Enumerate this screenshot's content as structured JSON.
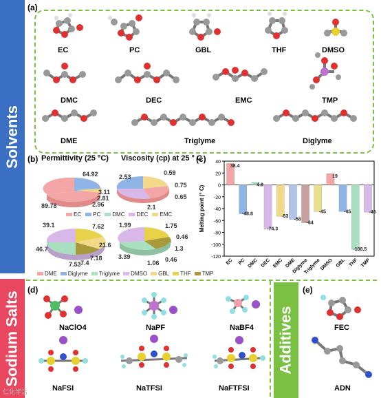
{
  "bands": {
    "solvents": "Solvents",
    "salts": "Sodium Salts",
    "additives": "Additives"
  },
  "colors": {
    "solvents_band": "#3a6fc4",
    "salts_band": "#e8475f",
    "additives_band": "#7ac143",
    "dash": "#7ac143"
  },
  "panels": {
    "a": "(a)",
    "b": "(b)",
    "c": "(c)",
    "d": "(d)",
    "e": "(e)"
  },
  "molecules_a": [
    "EC",
    "PC",
    "GBL",
    "THF",
    "DMSO",
    "DMC",
    "DEC",
    "EMC",
    "TMP",
    "DME",
    "Triglyme",
    "Diglyme"
  ],
  "panel_b": {
    "permittivity_title": "Permittivity (25 °C)",
    "viscosity_title": "Viscosity (cp) at 25 ° C",
    "top_perm_values": [
      "64.92",
      "89.78",
      "3.11",
      "2.81",
      "2.96"
    ],
    "top_visc_values": [
      "2.53",
      "0.59",
      "0.75",
      "0.65",
      "2.1"
    ],
    "legend_top": [
      {
        "name": "EC",
        "color": "#f4a6a6"
      },
      {
        "name": "PC",
        "color": "#8fb4e6"
      },
      {
        "name": "DMC",
        "color": "#a8e0c0"
      },
      {
        "name": "DEC",
        "color": "#d7b8e8"
      },
      {
        "name": "EMC",
        "color": "#f2d98a"
      }
    ],
    "bottom_perm_values": [
      "39.1",
      "7.62",
      "46.7",
      "21.6",
      "7.53",
      "7.4",
      "7.18"
    ],
    "bottom_visc_values": [
      "1.99",
      "1.75",
      "0.46",
      "3.39",
      "1.3",
      "0.46",
      "1.06"
    ],
    "legend_bottom": [
      {
        "name": "DME",
        "color": "#f4a6a6"
      },
      {
        "name": "Diglyme",
        "color": "#8fb4e6"
      },
      {
        "name": "Triglyme",
        "color": "#a8e0c0"
      },
      {
        "name": "DMSO",
        "color": "#d7b8e8"
      },
      {
        "name": "GBL",
        "color": "#f2d98a"
      },
      {
        "name": "THF",
        "color": "#e8d24a"
      },
      {
        "name": "TMP",
        "color": "#a89a3a"
      }
    ]
  },
  "chart_data": {
    "type": "bar",
    "ylabel": "Melting point (° C)",
    "ylim": [
      -120,
      40
    ],
    "yticks": [
      40,
      20,
      0,
      -20,
      -40,
      -60,
      -80,
      -100,
      -120
    ],
    "categories": [
      "EC",
      "PC",
      "DMC",
      "DEC",
      "EMC",
      "DME",
      "Diglyme",
      "Triglyme",
      "DMSO",
      "GBL",
      "THF",
      "TMP"
    ],
    "values": [
      36.4,
      -48.8,
      4.6,
      -74.3,
      -53,
      -58,
      -64,
      -45,
      19,
      -45,
      -108.5,
      -46
    ],
    "labels": [
      "36.4",
      "-48.8",
      "4.6",
      "-74.3",
      "-53",
      "-58",
      "-64",
      "-45",
      "19",
      "-45",
      "-108.5",
      "-46"
    ],
    "colors": [
      "#f4a6a6",
      "#8fb4e6",
      "#a8e0c0",
      "#d7b8e8",
      "#f2d98a",
      "#b0c4e8",
      "#c8a0a0",
      "#e8e08a",
      "#f4a6a6",
      "#8fb4e6",
      "#a8e0c0",
      "#d7b8e8"
    ]
  },
  "salts": [
    "NaClO4",
    "NaPF",
    "NaBF4",
    "NaFSI",
    "NaTFSI",
    "NaFTFSI"
  ],
  "additives": [
    "FEC",
    "ADN"
  ],
  "watermark": "仁化学活"
}
